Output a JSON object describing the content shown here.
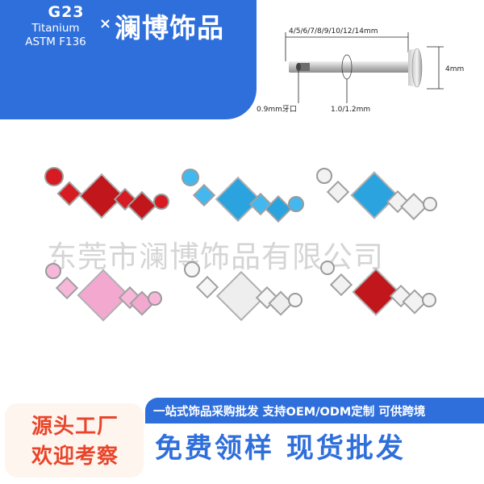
{
  "brand": {
    "grade": "G23",
    "material": "Titanium",
    "standard": "ASTM F136",
    "separator": "×",
    "company_short": "澜博饰品"
  },
  "diagram": {
    "lengths": "4/5/6/7/8/9/10/12/14mm",
    "head_height": "4mm",
    "thread": "0.9mm牙口",
    "gauge": "1.0/1.2mm"
  },
  "products": {
    "watermark": "东莞市澜博饰品有限公司",
    "items": [
      {
        "name": "red-cluster",
        "main_color": "#c0161c",
        "accent_color": "#d61c22"
      },
      {
        "name": "aqua-cluster",
        "main_color": "#2aa3df",
        "accent_color": "#43b8ef"
      },
      {
        "name": "clear-aqua-cluster",
        "main_color": "#2aa3df",
        "accent_color": "#f2f2f2"
      },
      {
        "name": "pink-cluster",
        "main_color": "#f2a8cf",
        "accent_color": "#f7b7d9"
      },
      {
        "name": "clear-cluster",
        "main_color": "#eeeeee",
        "accent_color": "#f6f6f6"
      },
      {
        "name": "clear-red-cluster",
        "main_color": "#c0161c",
        "accent_color": "#f2f2f2"
      }
    ]
  },
  "footer": {
    "sign_line1": "源头工厂",
    "sign_line2": "欢迎考察",
    "slogan": "一站式饰品采购批发 支持OEM/ODM定制 可供跨境",
    "cta": "免费领样 现货批发"
  },
  "colors": {
    "brand_blue": "#2f6fdb",
    "accent_red": "#e8452a"
  }
}
